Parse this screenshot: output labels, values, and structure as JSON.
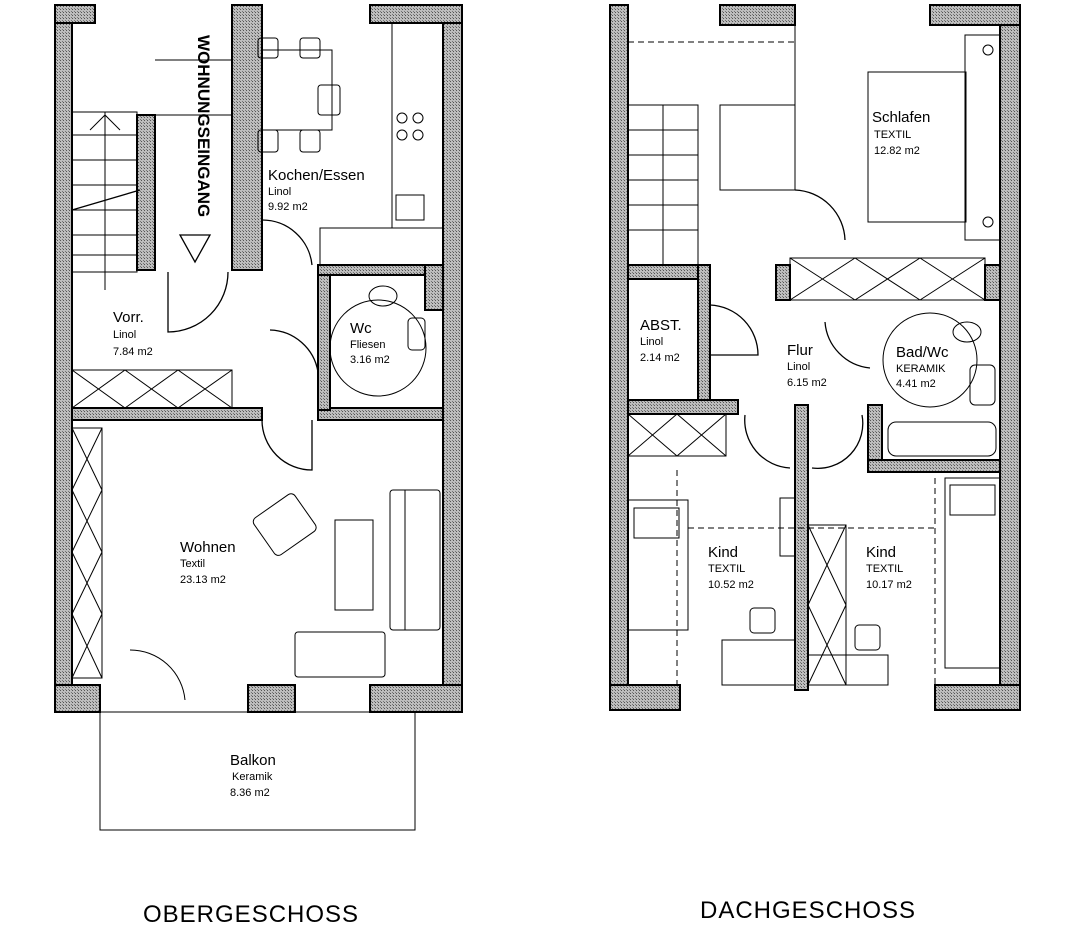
{
  "floors": [
    {
      "title": "OBERGESCHOSS",
      "entrance_label": "WOHNUNGSEINGANG",
      "rooms": [
        {
          "name": "Kochen/Essen",
          "floor": "Linol",
          "area": "9.92 m2"
        },
        {
          "name": "Vorr.",
          "floor": "Linol",
          "area": "7.84 m2"
        },
        {
          "name": "Wc",
          "floor": "Fliesen",
          "area": "3.16 m2"
        },
        {
          "name": "Wohnen",
          "floor": "Textil",
          "area": "23.13 m2"
        },
        {
          "name": "Balkon",
          "floor": "Keramik",
          "area": "8.36 m2"
        }
      ]
    },
    {
      "title": "DACHGESCHOSS",
      "rooms": [
        {
          "name": "Schlafen",
          "floor": "TEXTIL",
          "area": "12.82 m2"
        },
        {
          "name": "ABST.",
          "floor": "Linol",
          "area": "2.14 m2"
        },
        {
          "name": "Flur",
          "floor": "Linol",
          "area": "6.15 m2"
        },
        {
          "name": "Bad/Wc",
          "floor": "KERAMIK",
          "area": "4.41 m2"
        },
        {
          "name": "Kind",
          "floor": "TEXTIL",
          "area": "10.52 m2"
        },
        {
          "name": "Kind",
          "floor": "TEXTIL",
          "area": "10.17 m2"
        }
      ]
    }
  ]
}
